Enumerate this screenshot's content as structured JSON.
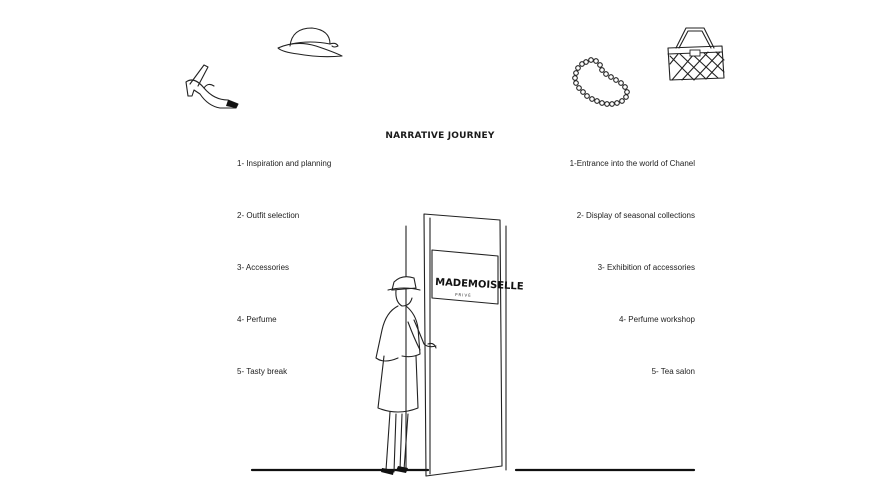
{
  "title": "NARRATIVE JOURNEY",
  "left_steps": [
    "1- Inspiration and planning",
    "2- Outfit selection",
    "3- Accessories",
    "4- Perfume",
    "5- Tasty break"
  ],
  "right_steps": [
    "1-Entrance into the world of Chanel",
    "2-  Display of seasonal collections",
    "3-  Exhibition of accessories",
    "4-  Perfume workshop",
    "5-  Tea salon"
  ],
  "door_sign": {
    "name": "MADEMOISELLE",
    "sub": "PRIVÉ"
  },
  "icons": [
    "slingback-shoe-icon",
    "hat-icon",
    "pearl-necklace-icon",
    "quilted-handbag-icon"
  ]
}
